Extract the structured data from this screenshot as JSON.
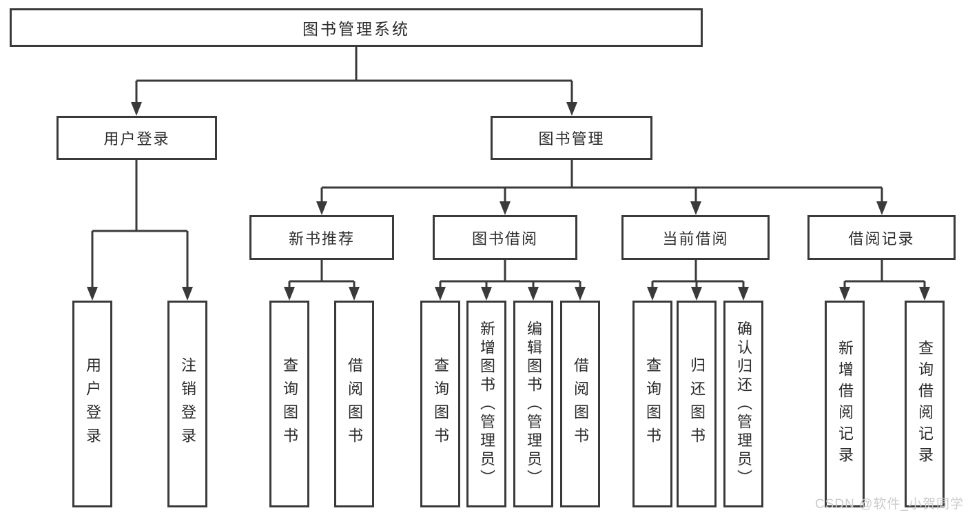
{
  "page": {
    "background": "#ffffff",
    "line_color": "#3a3a3a",
    "text_color": "#2b2b2b",
    "watermark_color": "#cccccc",
    "watermark": "CSDN @软件_小贺同学"
  },
  "tree": {
    "root": {
      "label": "图书管理系统"
    },
    "branches": [
      {
        "label": "用户登录",
        "children": [
          {
            "label": "用户登录"
          },
          {
            "label": "注销登录"
          }
        ]
      },
      {
        "label": "图书管理",
        "children": [
          {
            "label": "新书推荐",
            "children": [
              {
                "label": "查询图书"
              },
              {
                "label": "借阅图书"
              }
            ]
          },
          {
            "label": "图书借阅",
            "children": [
              {
                "label": "查询图书"
              },
              {
                "label": "新增图书（管理员）"
              },
              {
                "label": "编辑图书（管理员）"
              },
              {
                "label": "借阅图书"
              }
            ]
          },
          {
            "label": "当前借阅",
            "children": [
              {
                "label": "查询图书"
              },
              {
                "label": "归还图书"
              },
              {
                "label": "确认归还（管理员）"
              }
            ]
          },
          {
            "label": "借阅记录",
            "children": [
              {
                "label": "新增借阅记录"
              },
              {
                "label": "查询借阅记录"
              }
            ]
          }
        ]
      }
    ]
  }
}
